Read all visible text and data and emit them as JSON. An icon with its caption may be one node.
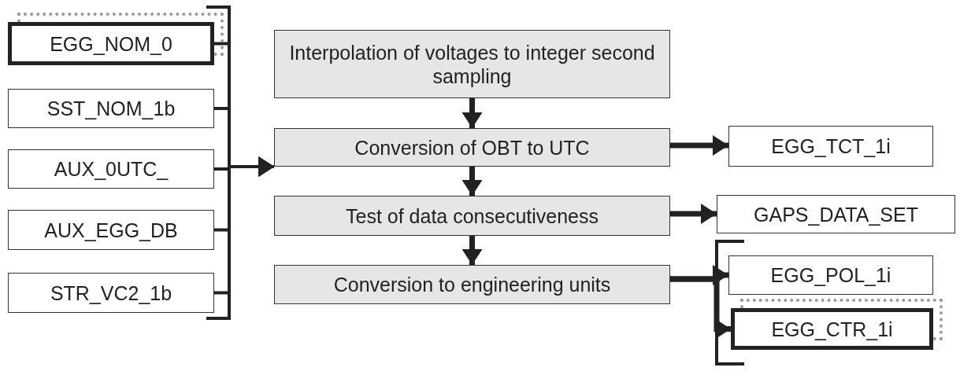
{
  "diagram": {
    "nodes": [
      {
        "text": [
          "EGG_NOM_0"
        ]
      },
      {
        "text": [
          "SST_NOM_1b"
        ]
      },
      {
        "text": [
          "AUX_0UTC_"
        ]
      },
      {
        "text": [
          "AUX_EGG_DB"
        ]
      },
      {
        "text": [
          "STR_VC2_1b"
        ]
      },
      {
        "text": [
          "Interpolation of voltages to integer second sampling"
        ]
      },
      {
        "text": [
          "Conversion of OBT to UTC"
        ]
      },
      {
        "text": [
          "Test of data consecutiveness"
        ]
      },
      {
        "text": [
          "Conversion to engineering units"
        ]
      },
      {
        "text": [
          "EGG_TCT_1i"
        ]
      },
      {
        "text": [
          "GAPS_DATA_SET"
        ]
      },
      {
        "text": [
          "EGG_POL_1i"
        ]
      },
      {
        "text": [
          "EGG_CTR_1i"
        ]
      }
    ],
    "edges": [
      {
        "from": 0,
        "to": 6,
        "arrow": "to"
      },
      {
        "from": 1,
        "to": 6,
        "arrow": "to"
      },
      {
        "from": 2,
        "to": 6,
        "arrow": "to"
      },
      {
        "from": 3,
        "to": 6,
        "arrow": "to"
      },
      {
        "from": 4,
        "to": 6,
        "arrow": "to"
      },
      {
        "from": 5,
        "to": 6,
        "arrow": "to"
      },
      {
        "from": 6,
        "to": 7,
        "arrow": "to"
      },
      {
        "from": 7,
        "to": 8,
        "arrow": "to"
      },
      {
        "from": 6,
        "to": 9,
        "arrow": "to"
      },
      {
        "from": 7,
        "to": 10,
        "arrow": "to"
      },
      {
        "from": 8,
        "to": 11,
        "arrow": "to"
      },
      {
        "from": 8,
        "to": 12,
        "arrow": "to"
      }
    ]
  }
}
